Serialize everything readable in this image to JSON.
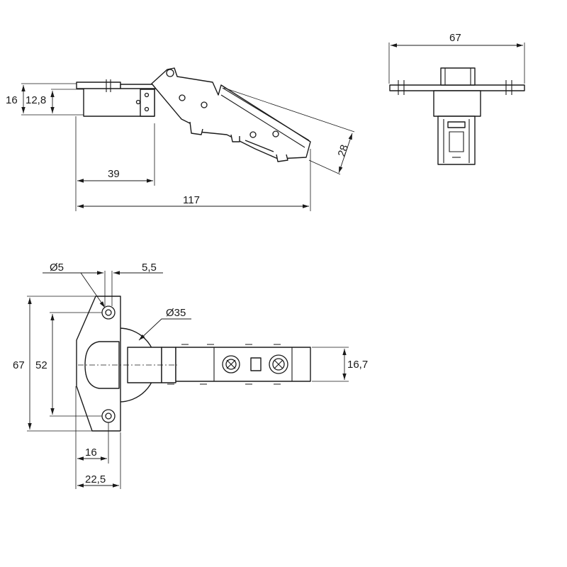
{
  "side_view": {
    "dims": {
      "height_total": "16",
      "height_cup": "12,8",
      "cup_offset": "39",
      "overall_length": "117",
      "arm_height": "28"
    }
  },
  "end_view": {
    "dims": {
      "plate_width": "67"
    }
  },
  "top_view": {
    "dims": {
      "hole_diameter": "Ø5",
      "hole_offset": "5,5",
      "cup_diameter": "Ø35",
      "plate_height": "67",
      "hole_spacing": "52",
      "arm_width": "16,7",
      "cup_center": "16",
      "edge_distance": "22,5"
    }
  }
}
